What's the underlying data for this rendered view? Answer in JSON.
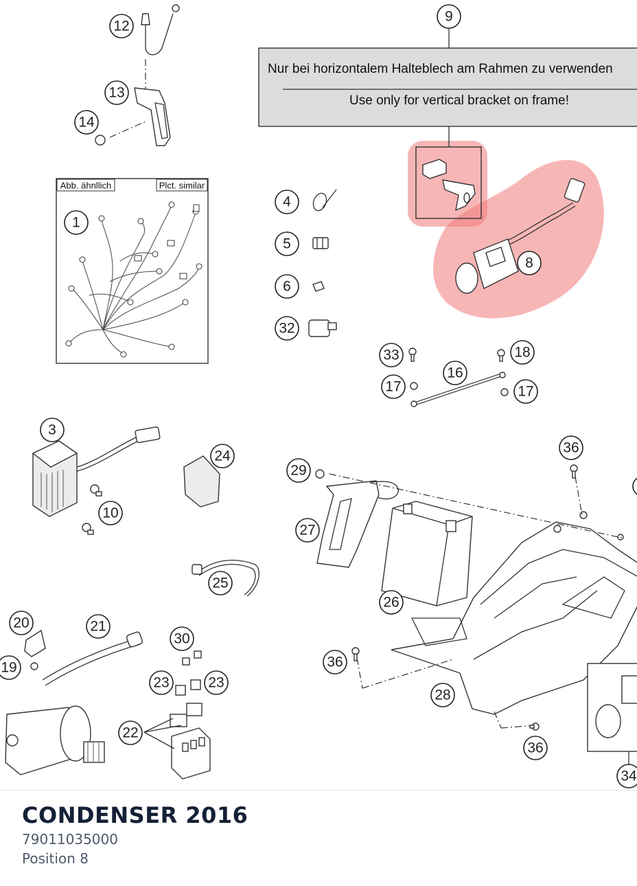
{
  "diagram": {
    "notice": {
      "german": "Nur bei horizontalem Halteblech am Rahmen zu verwenden",
      "english": "Use only for vertical bracket on frame!"
    },
    "inset_labels": {
      "left": "Abb. ähnllich",
      "right": "Plct. similar"
    },
    "callouts": {
      "c1": "1",
      "c3": "3",
      "c4": "4",
      "c5": "5",
      "c6": "6",
      "c8": "8",
      "c9": "9",
      "c10": "10",
      "c12": "12",
      "c13": "13",
      "c14": "14",
      "c16": "16",
      "c17a": "17",
      "c17b": "17",
      "c18": "18",
      "c19": "19",
      "c20": "20",
      "c21": "21",
      "c22": "22",
      "c23a": "23",
      "c23b": "23",
      "c24": "24",
      "c25": "25",
      "c26": "26",
      "c27": "27",
      "c28": "28",
      "c29": "29",
      "c30": "30",
      "c32": "32",
      "c33": "33",
      "c34": "34",
      "c36a": "36",
      "c36b": "36",
      "c36c": "36"
    },
    "highlight_color": "#f07a7a"
  },
  "part": {
    "title": "CONDENSER 2016",
    "number": "79011035000",
    "position": "Position 8"
  }
}
